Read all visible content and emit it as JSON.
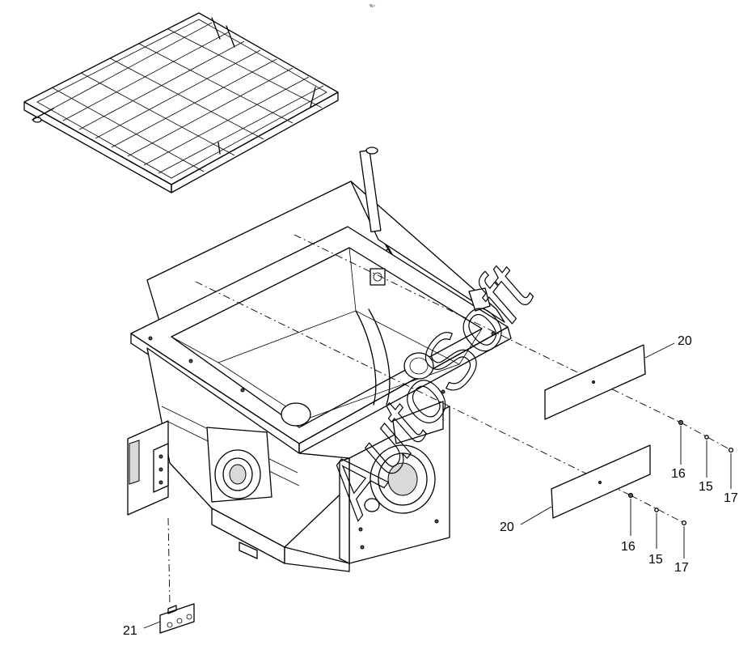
{
  "watermark": "AutoSoft",
  "top_mark": "%~",
  "callouts": {
    "c20_top": "20",
    "c20_bottom": "20",
    "c16_top": "16",
    "c15_top": "15",
    "c17_top": "17",
    "c16_bottom": "16",
    "c15_bottom": "15",
    "c17_bottom": "17",
    "c21": "21"
  },
  "colors": {
    "line": "#000000",
    "background": "#ffffff",
    "shade": "#d9d9d9"
  }
}
